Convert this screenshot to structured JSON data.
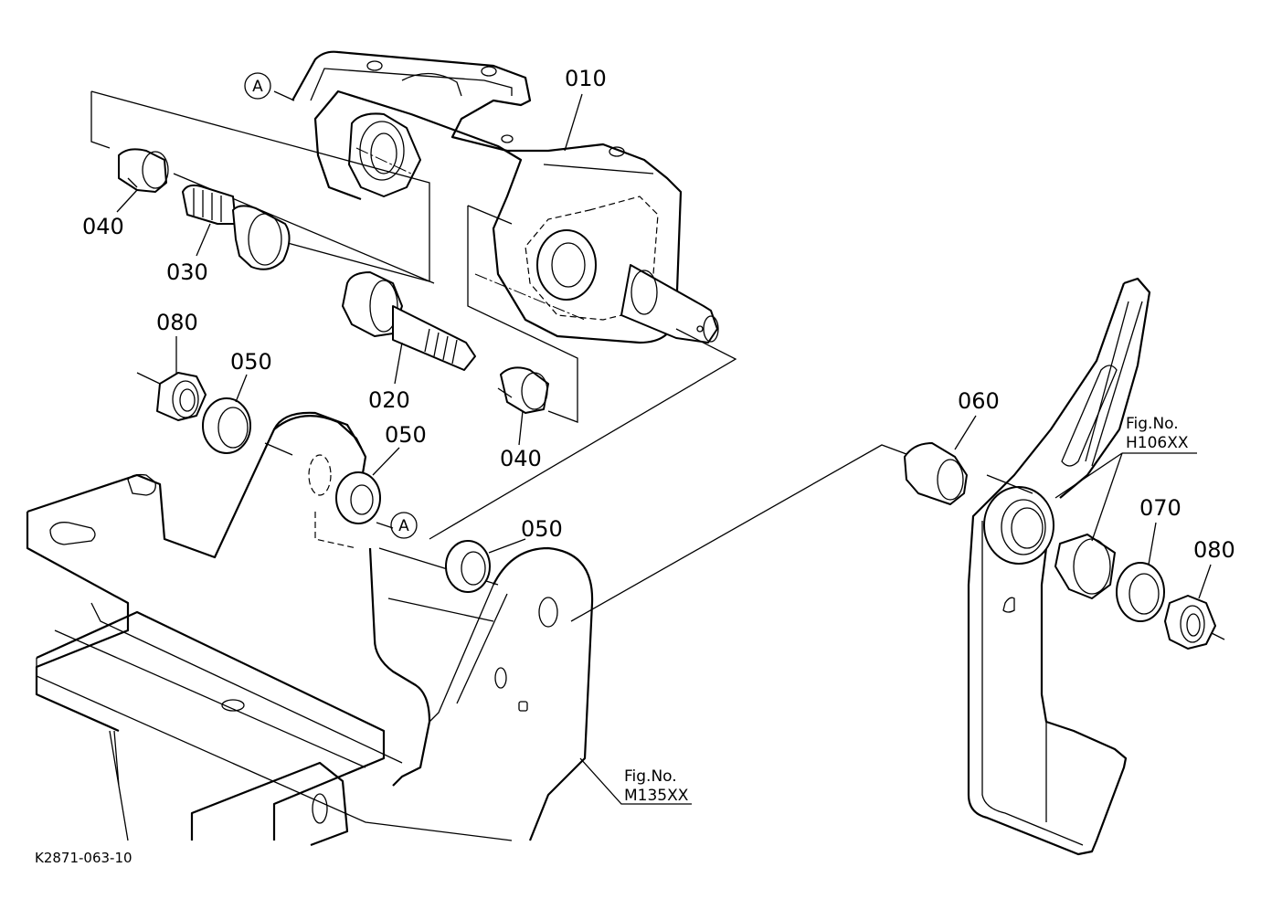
{
  "drawing": {
    "callouts": {
      "p010": "010",
      "p020": "020",
      "p030": "030",
      "p040_top": "040",
      "p040_bottom": "040",
      "p050_left": "050",
      "p050_mid": "050",
      "p050_right": "050",
      "p060": "060",
      "p070": "070",
      "p080_left": "080",
      "p080_right": "080"
    },
    "refs": {
      "circle_a_top": "A",
      "circle_a_bottom": "A"
    },
    "figure_refs": {
      "h106": {
        "line1": "Fig.No.",
        "line2": "H106XX"
      },
      "m135": {
        "line1": "Fig.No.",
        "line2": "M135XX"
      }
    },
    "drawing_code": "K2871-063-10"
  }
}
